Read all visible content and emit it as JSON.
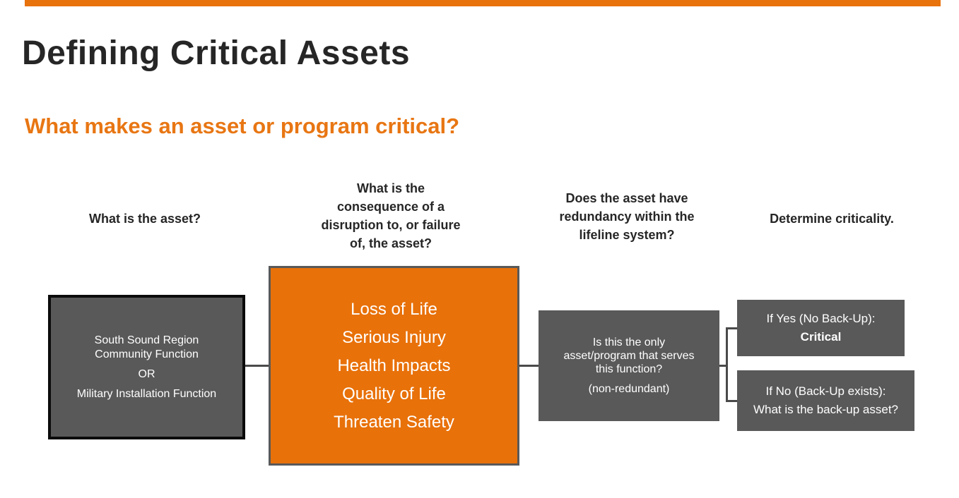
{
  "slide": {
    "title": "Defining Critical Assets",
    "subtitle": "What makes an asset or program critical?",
    "colors": {
      "accent_orange": "#e8710a",
      "subtitle_orange": "#e87613",
      "box_gray": "#595959",
      "asset_box_border": "#0b0b0b",
      "connector_gray": "#4a4a4a",
      "heading_dark": "#262626",
      "box_text_white": "#ffffff",
      "background": "#ffffff"
    },
    "columns": [
      {
        "lines": [
          "What is the asset?"
        ]
      },
      {
        "lines": [
          "What is the",
          "consequence of a",
          "disruption to, or failure",
          "of, the asset?"
        ]
      },
      {
        "lines": [
          "Does the asset have",
          "redundancy within the",
          "lifeline system?"
        ]
      },
      {
        "lines": [
          "Determine criticality."
        ]
      }
    ],
    "boxes": {
      "asset": {
        "line1": "South Sound Region",
        "line2": "Community Function",
        "or_word": "OR",
        "line3": "Military Installation Function"
      },
      "consequence": {
        "items": [
          "Loss of Life",
          "Serious Injury",
          "Health Impacts",
          "Quality of Life",
          "Threaten Safety"
        ]
      },
      "redundancy": {
        "line1": "Is this the only",
        "line2": "asset/program that serves",
        "line3": "this function?",
        "note": "(non-redundant)"
      },
      "outcome_yes": {
        "label": "If Yes (No Back-Up):",
        "result": "Critical"
      },
      "outcome_no": {
        "label": "If No (Back-Up exists):",
        "question": "What is the back-up asset?"
      }
    }
  }
}
